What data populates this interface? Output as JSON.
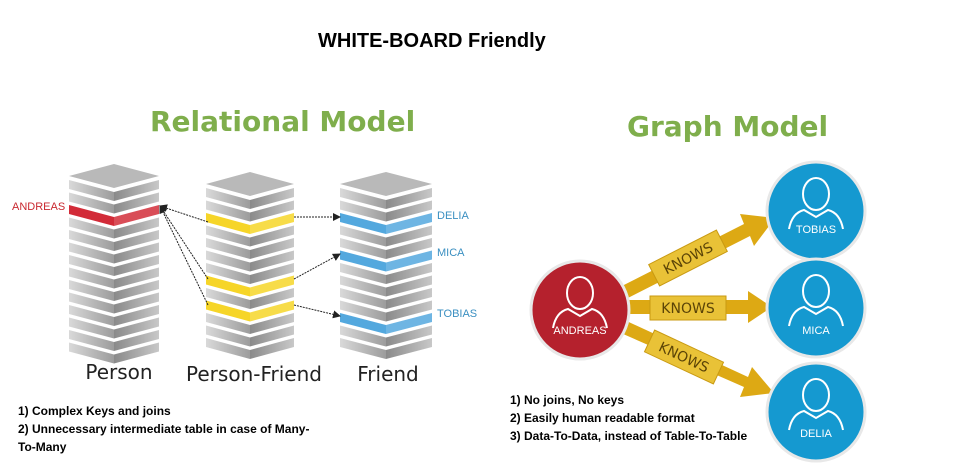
{
  "title": "WHITE-BOARD Friendly",
  "relational": {
    "title": "Relational Model",
    "tables": [
      {
        "label": "Person"
      },
      {
        "label": "Person-Friend"
      },
      {
        "label": "Friend"
      }
    ],
    "row_labels": {
      "andreas": "ANDREAS",
      "delia": "DELIA",
      "mica": "MICA",
      "tobias": "TOBIAS"
    },
    "notes": [
      "1) Complex Keys and joins",
      "2) Unnecessary intermediate table in case of Many-To-Many"
    ]
  },
  "graph": {
    "title": "Graph Model",
    "nodes": {
      "center": "ANDREAS",
      "top": "TOBIAS",
      "middle": "MICA",
      "bottom": "DELIA"
    },
    "edge_label": "KNOWS",
    "notes": [
      "1) No joins, No keys",
      "2) Easily human readable format",
      "3) Data-To-Data, instead of Table-To-Table"
    ]
  },
  "colors": {
    "section_title": "#7fae4c",
    "andreas_row": "#d0202d",
    "join_row": "#f5d31c",
    "friend_row": "#4aa3dc",
    "node_center": "#b5212d",
    "node_friend": "#1599d0",
    "arrow": "#dda914",
    "label_blue": "#3a8fc1"
  }
}
